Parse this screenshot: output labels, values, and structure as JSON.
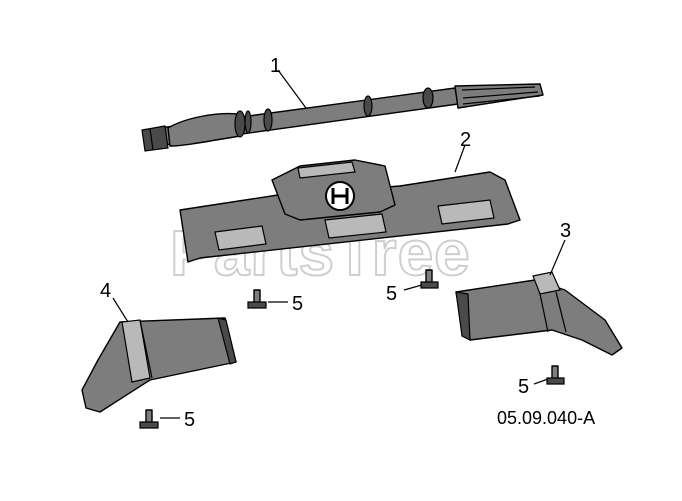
{
  "callouts": {
    "c1": "1",
    "c2": "2",
    "c3": "3",
    "c4": "4",
    "c5a": "5",
    "c5b": "5",
    "c5c": "5",
    "c5d": "5"
  },
  "figure_code": "05.09.040-A",
  "watermark": "PartsTree"
}
